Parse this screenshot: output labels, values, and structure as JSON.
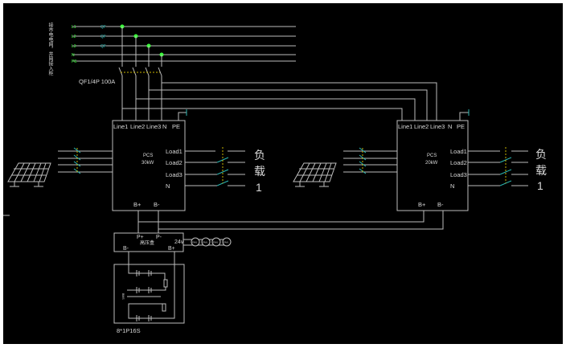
{
  "grid_label": "接市电电网，并网接入柜",
  "bus_labels": [
    "L1",
    "L2",
    "L3",
    "N",
    "PE"
  ],
  "breaker_labels": [
    "QF",
    "QF",
    "QF"
  ],
  "main_breaker": "QF1/4P 100A",
  "pcs_left": {
    "ports_top": [
      "Line1",
      "Line2",
      "Line3",
      "N",
      "PE"
    ],
    "title": "PCS",
    "rating": "30kW",
    "loads": [
      "Load1",
      "Load2",
      "Load3",
      "N"
    ],
    "dc": [
      "B+",
      "B-"
    ]
  },
  "pcs_right": {
    "ports_top": [
      "Line1",
      "Line2",
      "Line3",
      "N",
      "PE"
    ],
    "title": "PCS",
    "rating": "20kW",
    "loads": [
      "Load1",
      "Load2",
      "Load3",
      "N"
    ],
    "dc": [
      "B+",
      "B-"
    ]
  },
  "load_label": [
    "负",
    "载",
    "1"
  ],
  "hv_box": {
    "title": "高压盒",
    "p_plus": "P+",
    "p_minus": "P-",
    "b_minus": "B-",
    "b_plus": "B+",
    "aux": "24v",
    "fans": [
      "FAN",
      "FAN",
      "FAN",
      "FAN"
    ]
  },
  "battery": {
    "config": "8*1P16S",
    "side_label": "BMS"
  }
}
